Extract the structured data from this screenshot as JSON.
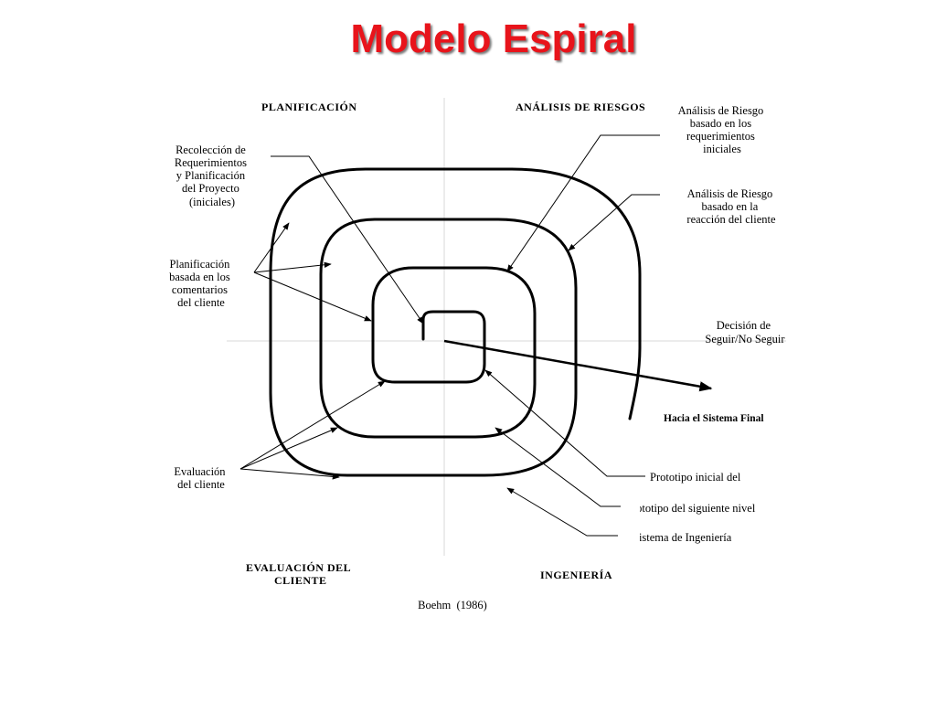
{
  "title": "Modelo Espiral",
  "quadrants": {
    "planificacion": "PLANIFICACIÓN",
    "analisis": "ANÁLISIS DE RIESGOS",
    "evaluacion_line1": "EVALUACIÓN DEL",
    "evaluacion_line2": "CLIENTE",
    "ingenieria": "INGENIERÍA"
  },
  "labels": {
    "recoleccion": [
      "Recolección de",
      "Requerimientos",
      "y Planificación",
      "del Proyecto",
      "(iniciales)"
    ],
    "planificacion_coment": [
      "Planificación",
      "basada en los",
      "comentarios",
      "del cliente"
    ],
    "evaluacion_cliente": [
      "Evaluación",
      "del cliente"
    ],
    "analisis_inicial": [
      "Análisis de Riesgo",
      "basado en los",
      "requerimientos",
      "iniciales"
    ],
    "analisis_reaccion": [
      "Análisis de Riesgo",
      "basado en la",
      "reacción del cliente"
    ],
    "decision": [
      "Decisión de",
      "Seguir/No Seguir"
    ],
    "hacia_sistema": "Hacia el Sistema Final",
    "prototipo_inicial": "Prototipo inicial del",
    "prototipo_siguiente": "Prototipo del siguiente nivel",
    "sistema_ingenieria": "Sistema de Ingeniería"
  },
  "citation": "Boehm  (1986)",
  "colors": {
    "title": "#e8141b",
    "lines": "#000000",
    "axes": "#d9d9d9"
  }
}
